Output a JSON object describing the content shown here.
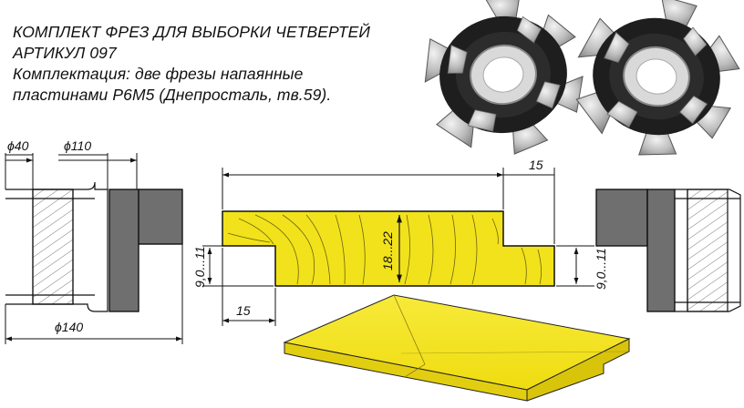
{
  "header": {
    "line1": "КОМПЛЕКТ ФРЕЗ ДЛЯ ВЫБОРКИ ЧЕТВЕРТЕЙ",
    "line2": "АРТИКУЛ 097",
    "line3": "Комплектация: две фрезы напаянные",
    "line4": "пластинами Р6М5 (Днепросталь, тв.59)."
  },
  "dimensions": {
    "bore": "ϕ40",
    "hub": "ϕ110",
    "outer": "ϕ140",
    "board_thickness": "18...22",
    "rebate_left": "9,0...11",
    "rebate_right": "9,0...11",
    "width_bottom": "15",
    "width_top": "15"
  },
  "colors": {
    "wood": "#f2e21b",
    "wood_grain": "#6b6410",
    "cutter_body": "#6f6f6f",
    "line": "#111111"
  },
  "photos": {
    "cutter_left": "rebate-cutter-photo",
    "cutter_right": "rebate-cutter-photo"
  }
}
